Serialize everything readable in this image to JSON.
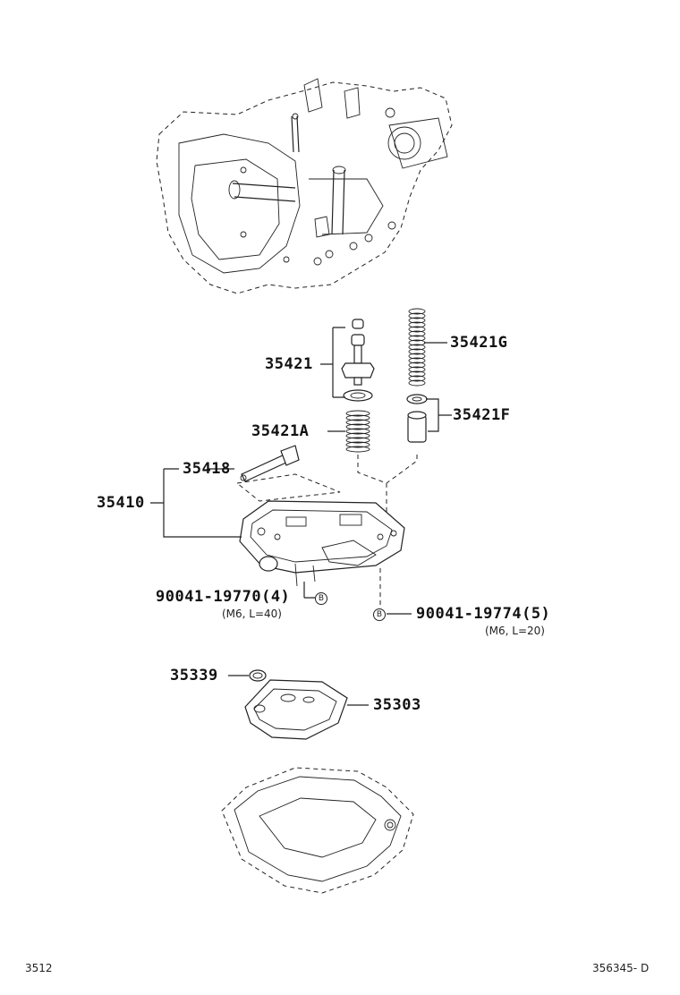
{
  "callouts": {
    "p35421G": "35421G",
    "p35421": "35421",
    "p35421F": "35421F",
    "p35421A": "35421A",
    "p35418": "35418",
    "p35410": "35410",
    "p90041_19770": "90041-19770(4)",
    "p90041_19770_spec": "(M6, L=40)",
    "p90041_19774": "90041-19774(5)",
    "p90041_19774_spec": "(M6, L=20)",
    "p35339": "35339",
    "p35303": "35303",
    "ref_marker": "B"
  },
  "footer": {
    "left": "3512",
    "right": "356345- D"
  }
}
